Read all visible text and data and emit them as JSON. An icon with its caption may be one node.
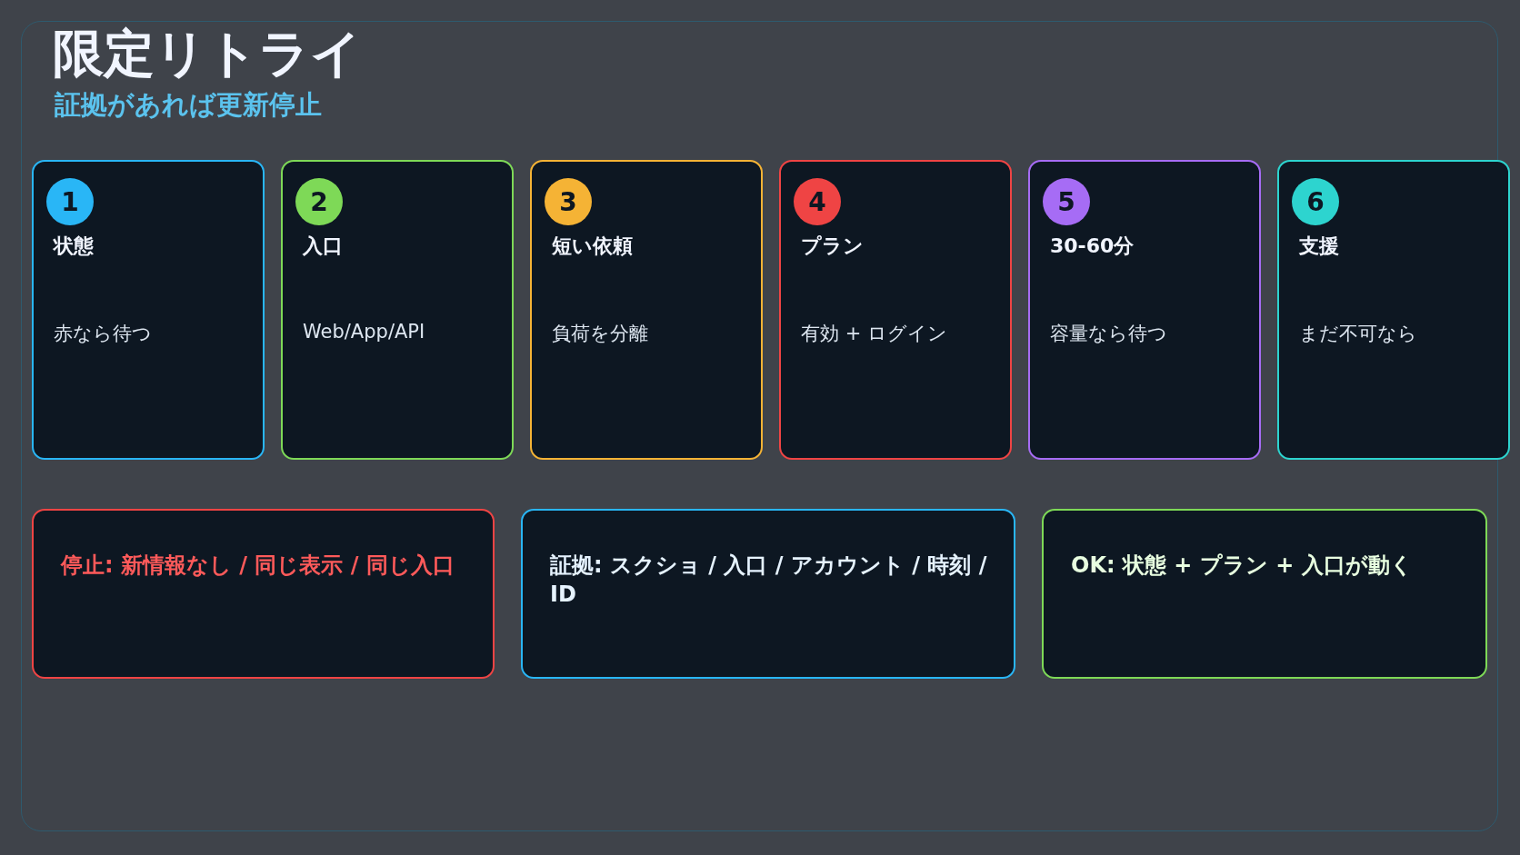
{
  "diagram": {
    "title": "限定リトライ",
    "caption": "証拠があれば更新停止",
    "nodes": [
      {
        "text": [
          "1",
          "状態",
          "赤なら待つ"
        ]
      },
      {
        "text": [
          "2",
          "入口",
          "Web/App/API"
        ]
      },
      {
        "text": [
          "3",
          "短い依頼",
          "負荷を分離"
        ]
      },
      {
        "text": [
          "4",
          "プラン",
          "有効 + ログイン"
        ]
      },
      {
        "text": [
          "5",
          "30-60分",
          "容量なら待つ"
        ]
      },
      {
        "text": [
          "6",
          "支援",
          "まだ不可なら"
        ]
      },
      {
        "text": [
          "停止: 新情報なし / 同じ表示 / 同じ入口"
        ]
      },
      {
        "text": [
          "証拠: スクショ / 入口 / アカウント / 時刻 / ID"
        ]
      },
      {
        "text": [
          "OK: 状態 + プラン + 入口が動く"
        ]
      }
    ]
  }
}
